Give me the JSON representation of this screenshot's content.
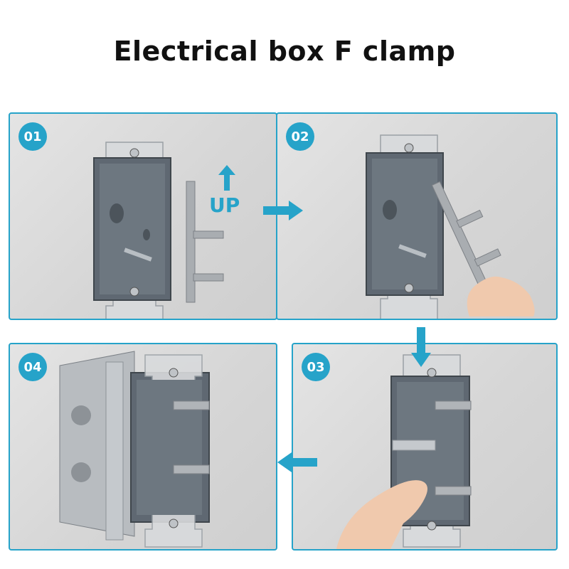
{
  "title": "Electrical box F clamp",
  "steps": [
    {
      "number": "01"
    },
    {
      "number": "02"
    },
    {
      "number": "03"
    },
    {
      "number": "04"
    }
  ],
  "up_label": "UP",
  "colors": {
    "accent": "#26a3c9",
    "box": "#5f6872",
    "metal": "#c5c9cd"
  },
  "icons": [
    "arrow-up-icon",
    "arrow-right-icon",
    "arrow-down-icon",
    "arrow-left-icon"
  ]
}
